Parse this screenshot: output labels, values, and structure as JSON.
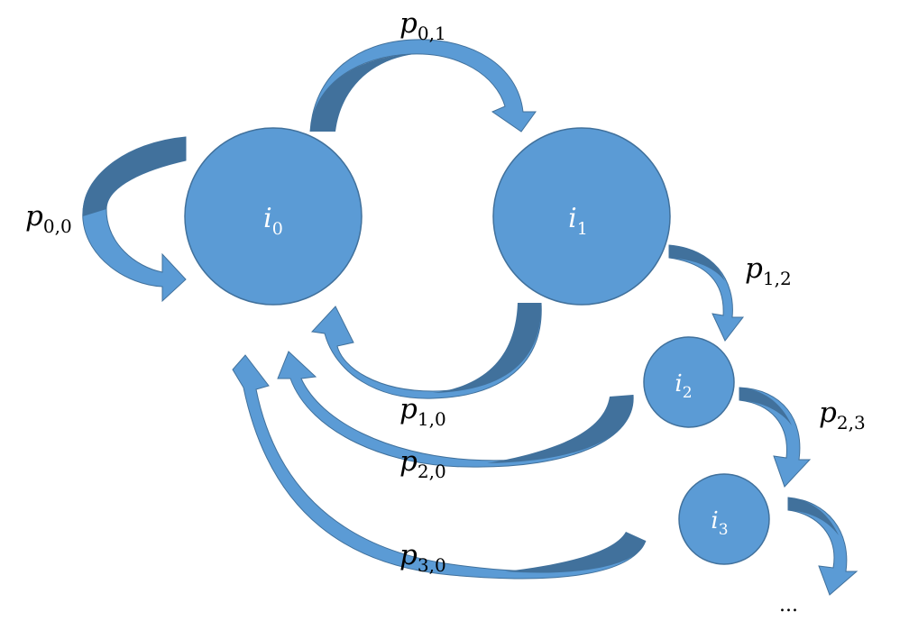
{
  "colors": {
    "node": "#5b9bd5",
    "arrow_light": "#5b9bd5",
    "arrow_dark": "#41719c",
    "text": "#000000",
    "node_text": "#ffffff"
  },
  "nodes": [
    {
      "id": "i0",
      "base": "i",
      "sub": "0"
    },
    {
      "id": "i1",
      "base": "i",
      "sub": "1"
    },
    {
      "id": "i2",
      "base": "i",
      "sub": "2"
    },
    {
      "id": "i3",
      "base": "i",
      "sub": "3"
    }
  ],
  "edges": [
    {
      "id": "p00",
      "base": "p",
      "sub": "0,0",
      "from": "i0",
      "to": "i0"
    },
    {
      "id": "p01",
      "base": "p",
      "sub": "0,1",
      "from": "i0",
      "to": "i1"
    },
    {
      "id": "p10",
      "base": "p",
      "sub": "1,0",
      "from": "i1",
      "to": "i0"
    },
    {
      "id": "p12",
      "base": "p",
      "sub": "1,2",
      "from": "i1",
      "to": "i2"
    },
    {
      "id": "p20",
      "base": "p",
      "sub": "2,0",
      "from": "i2",
      "to": "i0"
    },
    {
      "id": "p23",
      "base": "p",
      "sub": "2,3",
      "from": "i2",
      "to": "i3"
    },
    {
      "id": "p30",
      "base": "p",
      "sub": "3,0",
      "from": "i3",
      "to": "i0"
    }
  ],
  "continuation": "..."
}
